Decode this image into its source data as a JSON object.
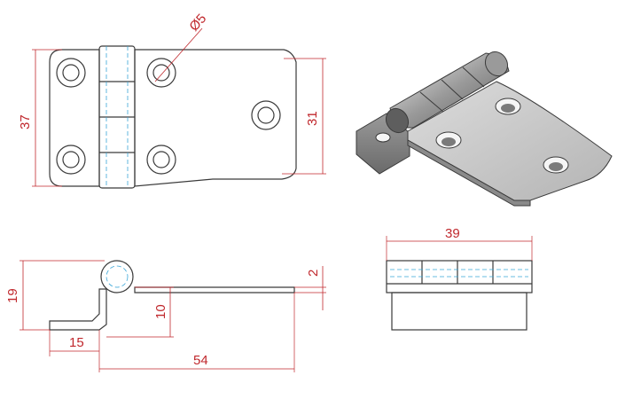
{
  "dimensions": {
    "hole_diameter": "Ø5",
    "height_left": "37",
    "height_right": "31",
    "side_height": "19",
    "leaf_height": "10",
    "thickness": "2",
    "leg_width": "15",
    "total_length": "54",
    "knuckle_width": "39"
  },
  "colors": {
    "dimension": "#c0282d",
    "outline": "#3a3a3a",
    "hidden_line": "#3aa6d8",
    "shade_light": "#d8d8d8",
    "shade_dark": "#8a8a8a"
  }
}
